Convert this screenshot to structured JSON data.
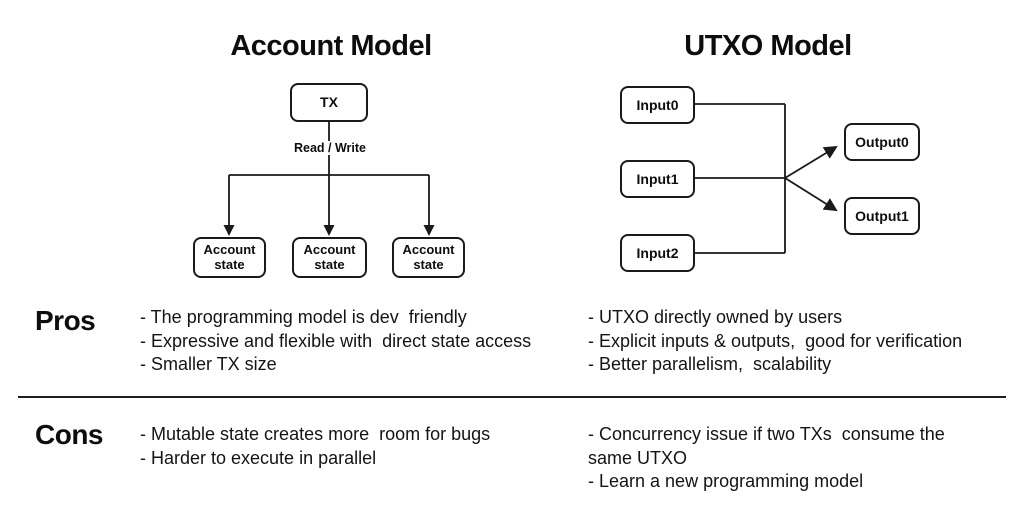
{
  "colors": {
    "line": "#1a1a1a",
    "text": "#0d0d0d",
    "background": "#ffffff"
  },
  "account_diagram": {
    "title": "Account Model",
    "tx_box": "TX",
    "edge_label": "Read / Write",
    "state_boxes": [
      "Account\nstate",
      "Account\nstate",
      "Account\nstate"
    ]
  },
  "utxo_diagram": {
    "title": "UTXO Model",
    "input_boxes": [
      "Input0",
      "Input1",
      "Input2"
    ],
    "output_boxes": [
      "Output0",
      "Output1"
    ]
  },
  "comparison": {
    "pros": {
      "label": "Pros",
      "account_items": [
        "- The programming model is dev  friendly",
        "- Expressive and flexible with  direct state access",
        "- Smaller TX size"
      ],
      "utxo_items": [
        "- UTXO directly owned by users",
        "- Explicit inputs & outputs,  good for verification",
        "- Better parallelism,  scalability"
      ]
    },
    "cons": {
      "label": "Cons",
      "account_items": [
        "- Mutable state creates more  room for bugs",
        "- Harder to execute in parallel"
      ],
      "utxo_items": [
        "- Concurrency issue if two TXs  consume the same UTXO",
        "- Learn a new programming model"
      ]
    }
  }
}
